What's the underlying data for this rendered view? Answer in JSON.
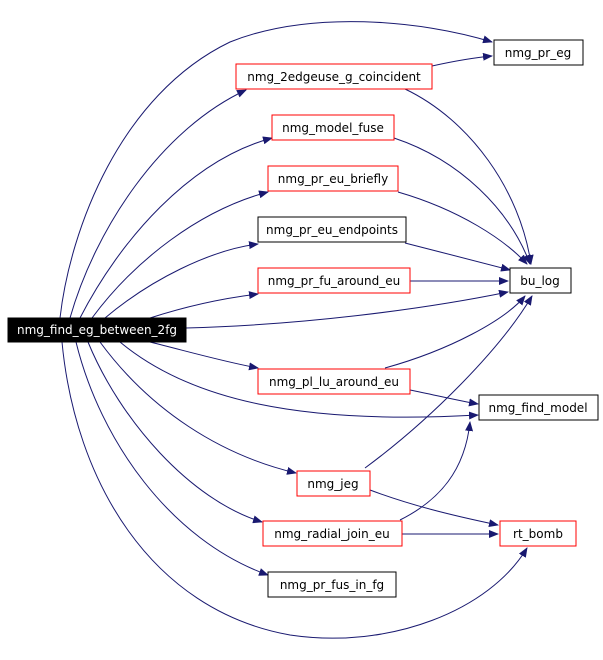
{
  "colors": {
    "edge": "#191970",
    "linked_border": "#ff0000",
    "plain_border": "#000000",
    "root_fill": "#000000",
    "root_text": "#ffffff"
  },
  "nodes": {
    "root": "nmg_find_eg_between_2fg",
    "nmg_2edgeuse_g_coincident": "nmg_2edgeuse_g_coincident",
    "nmg_pr_eg": "nmg_pr_eg",
    "nmg_model_fuse": "nmg_model_fuse",
    "nmg_pr_eu_briefly": "nmg_pr_eu_briefly",
    "nmg_pr_eu_endpoints": "nmg_pr_eu_endpoints",
    "nmg_pr_fu_around_eu": "nmg_pr_fu_around_eu",
    "bu_log": "bu_log",
    "nmg_pl_lu_around_eu": "nmg_pl_lu_around_eu",
    "nmg_find_model": "nmg_find_model",
    "nmg_jeg": "nmg_jeg",
    "nmg_radial_join_eu": "nmg_radial_join_eu",
    "rt_bomb": "rt_bomb",
    "nmg_pr_fus_in_fg": "nmg_pr_fus_in_fg"
  }
}
